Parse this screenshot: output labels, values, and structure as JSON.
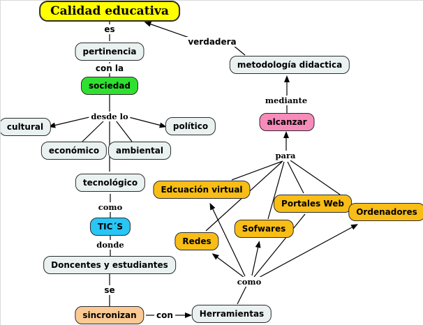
{
  "canvas": {
    "background": "#FFFFFF",
    "line_color": "#000000"
  },
  "nodes": {
    "calidad": {
      "label": "Calidad educativa",
      "fill": "#FFFF00"
    },
    "pertinencia": {
      "label": "pertinencia",
      "fill": "#EAF2F1"
    },
    "sociedad": {
      "label": "sociedad",
      "fill": "#30E030"
    },
    "cultural": {
      "label": "cultural",
      "fill": "#EAF2F1"
    },
    "politico": {
      "label": "político",
      "fill": "#EAF2F1"
    },
    "economico": {
      "label": "económico",
      "fill": "#EAF2F1"
    },
    "ambiental": {
      "label": "ambiental",
      "fill": "#EAF2F1"
    },
    "tecnologico": {
      "label": "tecnológico",
      "fill": "#EAF2F1"
    },
    "tics": {
      "label": "TIC´S",
      "fill": "#29C5F5"
    },
    "docentes": {
      "label": "Doncentes y estudiantes",
      "fill": "#EAF2F1"
    },
    "sincronizan": {
      "label": "sincronizan",
      "fill": "#FBC993"
    },
    "herramientas": {
      "label": "Herramientas",
      "fill": "#EAF2F1"
    },
    "metodologia": {
      "label": "metodología didactica",
      "fill": "#EAF2F1"
    },
    "alcanzar": {
      "label": "alcanzar",
      "fill": "#F78BBA"
    },
    "educacion_virtual": {
      "label": "Edcuación virtual",
      "fill": "#F8BD16"
    },
    "portales_web": {
      "label": "Portales Web",
      "fill": "#F8BD16"
    },
    "ordenadores": {
      "label": "Ordenadores",
      "fill": "#F8BD16"
    },
    "sofwares": {
      "label": "Sofwares",
      "fill": "#F8BD16"
    },
    "redes": {
      "label": "Redes",
      "fill": "#F8BD16"
    }
  },
  "links": {
    "es": "es",
    "con_la": "con la",
    "desde_lo": "desde lo",
    "como_tics": "como",
    "donde": "donde",
    "se": "se",
    "con": "con",
    "verdadera": "verdadera",
    "mediante": "mediante",
    "para": "para",
    "como_herr": "como"
  }
}
